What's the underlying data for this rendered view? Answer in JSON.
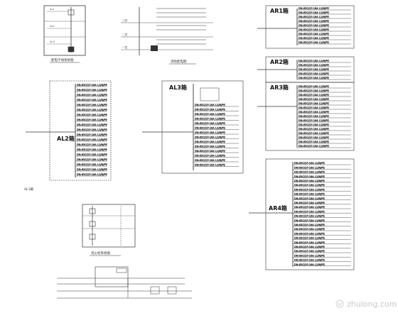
{
  "panels": {
    "al1": "AL1箱",
    "al2": "AL2箱",
    "al3": "AL3箱",
    "ar1": "AR1箱",
    "ar2": "AR2箱",
    "ar3": "AR3箱",
    "ar4": "AR4箱"
  },
  "floors": [
    "三层",
    "二层",
    "一层"
  ],
  "titles": {
    "top_left": "配电干线系统图",
    "top_mid": "消防配电图",
    "bottom": "消火栓系统图"
  },
  "circuit_label": "DN-63C/1P-16A L1/N/PE",
  "watermark": "zhulong.com",
  "colors": {
    "line": "#333333",
    "muted": "#888888",
    "text": "#222222"
  }
}
